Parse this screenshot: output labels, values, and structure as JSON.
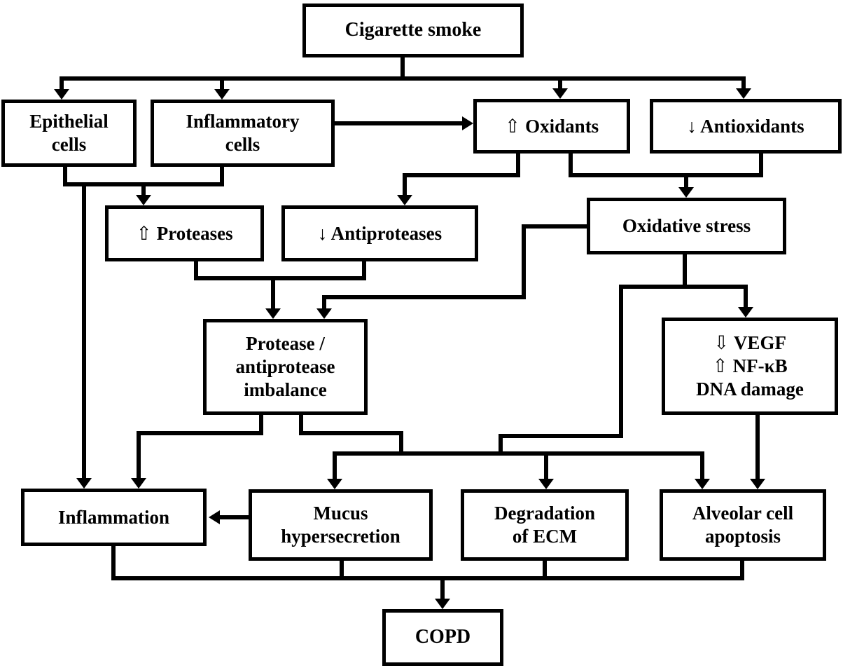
{
  "diagram": {
    "title": "Cigarette smoke to COPD pathogenesis flowchart",
    "colors": {
      "line": "#000000",
      "box_background": "#ffffff",
      "text": "#000000"
    },
    "nodes": [
      {
        "id": "cigarette-smoke",
        "label": "Cigarette smoke"
      },
      {
        "id": "epithelial-cells",
        "label": "Epithelial\ncells"
      },
      {
        "id": "inflammatory-cells",
        "label": "Inflammatory\ncells"
      },
      {
        "id": "oxidants",
        "label": "⇧ Oxidants"
      },
      {
        "id": "antioxidants",
        "label": "↓ Antioxidants"
      },
      {
        "id": "proteases",
        "label": "⇧ Proteases"
      },
      {
        "id": "antiproteases",
        "label": "↓ Antiproteases"
      },
      {
        "id": "oxidative-stress",
        "label": "Oxidative stress"
      },
      {
        "id": "protease-antiprotease-imbalance",
        "label": "Protease /\nantiprotease\nimbalance"
      },
      {
        "id": "vegf-nfkb-dna",
        "label": "⇩ VEGF\n⇧ NF-κB\nDNA damage"
      },
      {
        "id": "inflammation",
        "label": "Inflammation"
      },
      {
        "id": "mucus-hypersecretion",
        "label": "Mucus\nhypersecretion"
      },
      {
        "id": "degradation-ecm",
        "label": "Degradation\nof ECM"
      },
      {
        "id": "alveolar-apoptosis",
        "label": "Alveolar cell\napoptosis"
      },
      {
        "id": "copd",
        "label": "COPD"
      }
    ],
    "edges": [
      "cigarette-smoke -> epithelial-cells",
      "cigarette-smoke -> inflammatory-cells",
      "cigarette-smoke -> oxidants",
      "cigarette-smoke -> antioxidants",
      "inflammatory-cells -> oxidants",
      "epithelial-cells -> proteases",
      "inflammatory-cells -> proteases",
      "epithelial-cells -> inflammation",
      "inflammatory-cells -> inflammation",
      "oxidants -> antiproteases",
      "oxidants -> oxidative-stress",
      "antioxidants -> oxidative-stress",
      "proteases -> protease-antiprotease-imbalance",
      "antiproteases -> protease-antiprotease-imbalance",
      "oxidative-stress -> protease-antiprotease-imbalance",
      "oxidative-stress -> vegf-nfkb-dna",
      "oxidative-stress -> mucus-hypersecretion",
      "oxidative-stress -> degradation-ecm",
      "oxidative-stress -> alveolar-apoptosis",
      "protease-antiprotease-imbalance -> inflammation",
      "protease-antiprotease-imbalance -> mucus-hypersecretion",
      "protease-antiprotease-imbalance -> degradation-ecm",
      "protease-antiprotease-imbalance -> alveolar-apoptosis",
      "vegf-nfkb-dna -> alveolar-apoptosis",
      "mucus-hypersecretion -> inflammation",
      "inflammation -> copd",
      "mucus-hypersecretion -> copd",
      "degradation-ecm -> copd",
      "alveolar-apoptosis -> copd"
    ]
  }
}
